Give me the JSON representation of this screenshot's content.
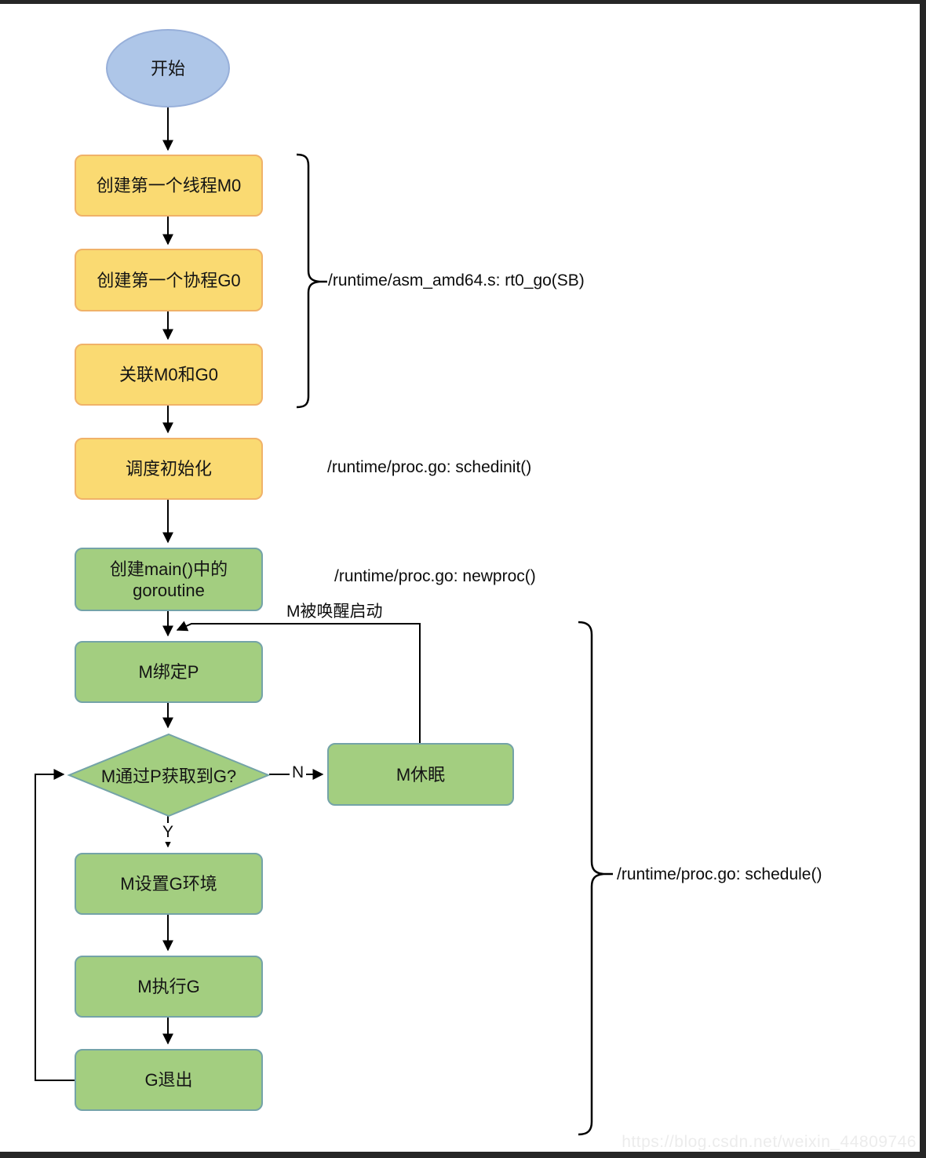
{
  "colors": {
    "yellow_fill": "#fada72",
    "yellow_stroke": "#f0b269",
    "green_fill": "#a3ce80",
    "green_stroke": "#74a3a8",
    "blue_fill": "#aec6e8",
    "blue_stroke": "#97afd9",
    "line": "#000000",
    "frame": "#262626",
    "watermark_color": "#ececec"
  },
  "nodes": {
    "start": {
      "label": "开始"
    },
    "create_m0": {
      "label": "创建第一个线程M0"
    },
    "create_g0": {
      "label": "创建第一个协程G0"
    },
    "link_m0_g0": {
      "label": "关联M0和G0"
    },
    "sched_init": {
      "label": "调度初始化"
    },
    "create_main_goroutine": {
      "line1": "创建main()中的",
      "line2": "goroutine"
    },
    "bind_p": {
      "label": "M绑定P"
    },
    "get_g_decision": {
      "label": "M通过P获取到G?"
    },
    "m_sleep": {
      "label": "M休眠"
    },
    "set_g_env": {
      "label": "M设置G环境"
    },
    "run_g": {
      "label": "M执行G"
    },
    "g_exit": {
      "label": "G退出"
    }
  },
  "labels": {
    "no": "N",
    "yes": "Y",
    "wakeup": "M被唤醒启动"
  },
  "annotations": {
    "rt0_go": "/runtime/asm_amd64.s: rt0_go(SB)",
    "schedinit": "/runtime/proc.go: schedinit()",
    "newproc": "/runtime/proc.go: newproc()",
    "schedule": "/runtime/proc.go: schedule()"
  },
  "watermark": "https://blog.csdn.net/weixin_44809746"
}
